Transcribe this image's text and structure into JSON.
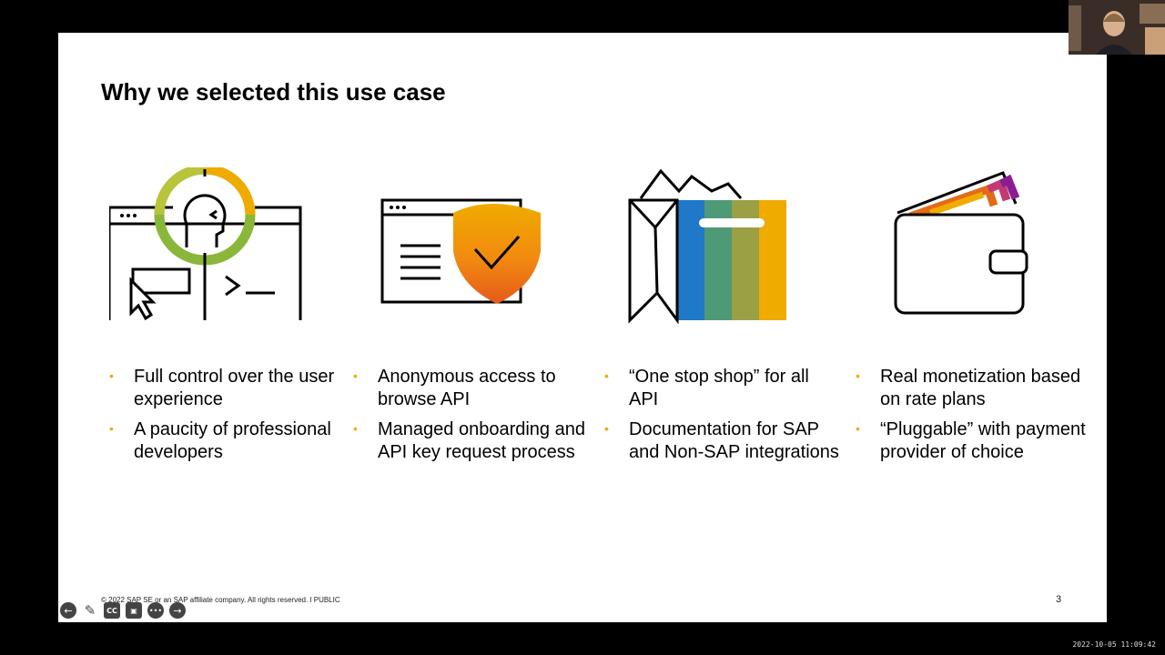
{
  "slide": {
    "title": "Why we selected this use case",
    "columns": [
      {
        "icon": "user-experience-icon",
        "bullets": [
          "Full control over the user experience",
          "A paucity of professional developers"
        ]
      },
      {
        "icon": "secure-browser-shield-icon",
        "bullets": [
          "Anonymous access to browse API",
          "Managed onboarding and API key request process"
        ]
      },
      {
        "icon": "shopping-bag-icon",
        "bullets": [
          "“One stop shop” for all API",
          "Documentation for SAP and Non-SAP integrations"
        ]
      },
      {
        "icon": "wallet-icon",
        "bullets": [
          "Real monetization based on rate plans",
          "“Pluggable” with payment provider of choice"
        ]
      }
    ],
    "footer": "© 2022 SAP SE or an SAP affiliate company. All rights reserved.  ǀ  PUBLIC",
    "page_number": "3",
    "bullet_color": "#f0ab00"
  },
  "controls": {
    "prev": "←",
    "pen": "✎",
    "cc": "CC",
    "camera": "▣",
    "more": "•••",
    "next": "→"
  },
  "timestamp": "2022-10-05 11:09:42"
}
